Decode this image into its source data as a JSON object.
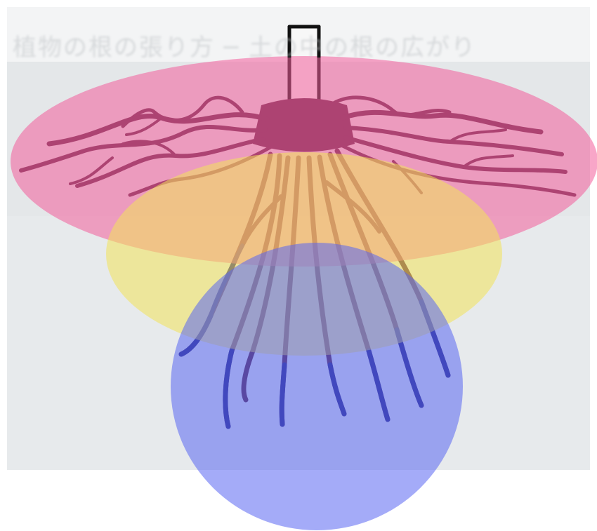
{
  "scan": {
    "header_text": "植物の根の張り方 ─ 土の中の根の広がり"
  },
  "colors": {
    "paper": "#e7eaec",
    "paper_band": "#f3f4f5",
    "root": "#5a2440",
    "root_deep": "#24257e",
    "tube_fill": "#f4d6de",
    "tube_stroke": "#111111",
    "zone_top": "#f25d9b",
    "zone_middle": "#f2e15a",
    "zone_bottom": "#5a66f2"
  },
  "zones": [
    {
      "name": "top-zone",
      "color": "#f25d9b",
      "opacity": 0.55
    },
    {
      "name": "middle-zone",
      "color": "#f2e15a",
      "opacity": 0.55
    },
    {
      "name": "bottom-zone",
      "color": "#5a66f2",
      "opacity": 0.55
    }
  ]
}
